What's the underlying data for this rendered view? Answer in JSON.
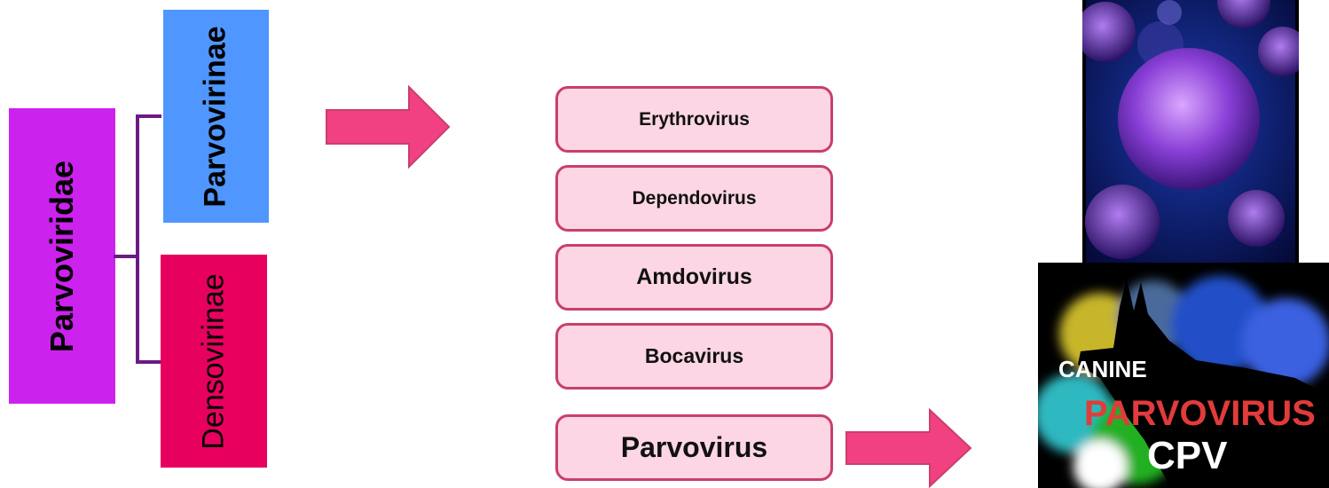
{
  "taxonomy": {
    "family": "Parvoviridae",
    "subfamilies": [
      "Parvovirinae",
      "Densovirinae"
    ]
  },
  "genera": [
    "Erythrovirus",
    "Dependovirus",
    "Amdovirus",
    "Bocavirus",
    "Parvovirus"
  ],
  "cpv_banner": {
    "line1": "CANINE",
    "line2": "PARVOVIRUS",
    "line3": "CPV"
  },
  "colors": {
    "family_box": "#cc22ee",
    "parvovirinae_box": "#4f96ff",
    "densovirinae_box": "#e8005f",
    "bracket": "#6b1a86",
    "arrow": "#f24182",
    "genus_fill": "#fcd6e4",
    "genus_border": "#c93f6b"
  }
}
